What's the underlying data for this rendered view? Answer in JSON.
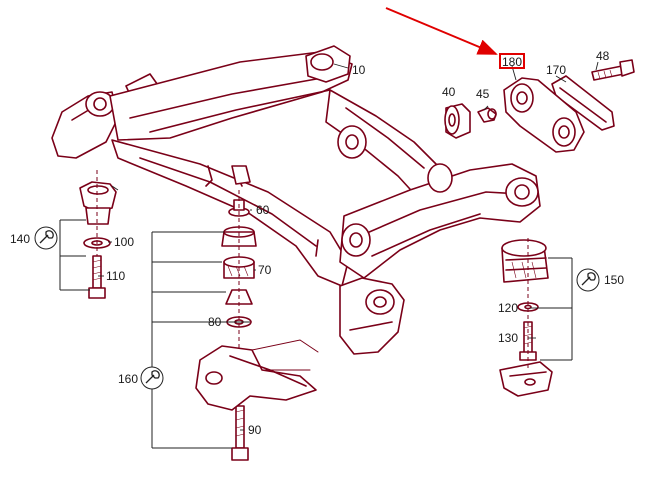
{
  "diagram": {
    "highlight_color": "#e00000",
    "line_color": "#7a0018",
    "callouts": {
      "c10": "10",
      "c40": "40",
      "c45": "45",
      "c48": "48",
      "c60": "60",
      "c70": "70",
      "c80": "80",
      "c90": "90",
      "c100": "100",
      "c110": "110",
      "c120": "120",
      "c130": "130",
      "c140": "140",
      "c150": "150",
      "c160": "160",
      "c170": "170",
      "c180": "180"
    },
    "highlighted_part": "180",
    "tool_icons": [
      "wrench-icon",
      "wrench-icon",
      "wrench-icon"
    ]
  }
}
